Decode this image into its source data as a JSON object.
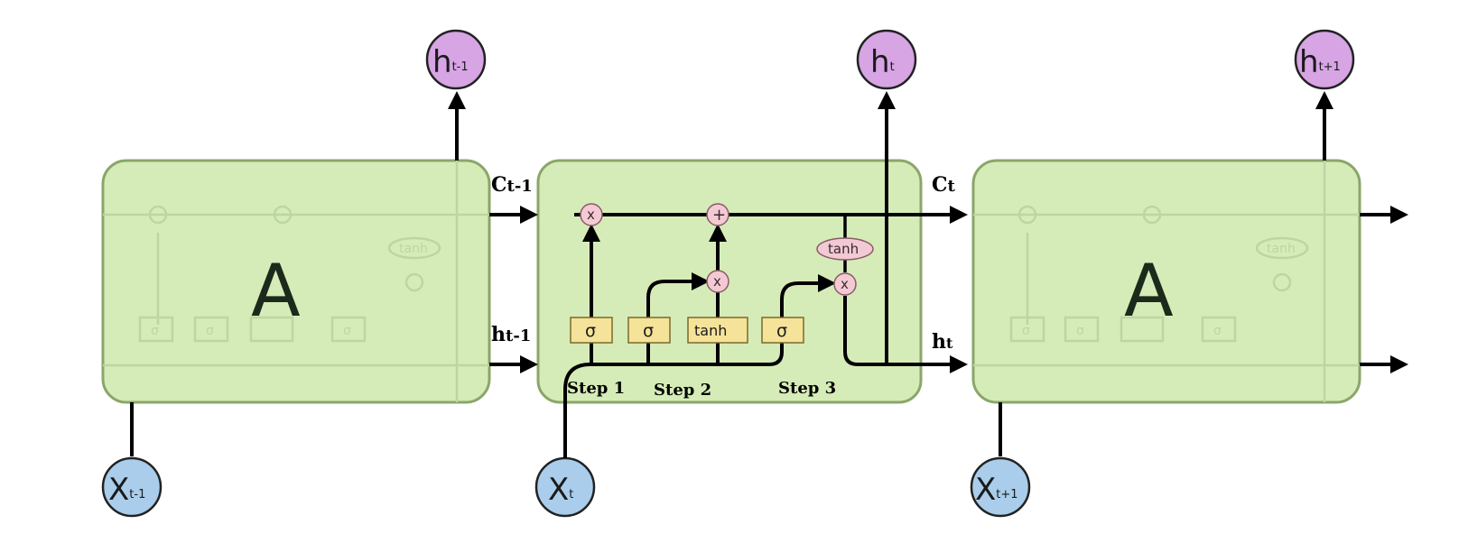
{
  "cells": {
    "left_label": "A",
    "right_label": "A"
  },
  "outputs": {
    "left": {
      "main": "h",
      "sub": "t-1"
    },
    "center": {
      "main": "h",
      "sub": "t"
    },
    "right": {
      "main": "h",
      "sub": "t+1"
    }
  },
  "inputs": {
    "left": {
      "main": "X",
      "sub": "t-1"
    },
    "center": {
      "main": "X",
      "sub": "t"
    },
    "right": {
      "main": "X",
      "sub": "t+1"
    }
  },
  "states": {
    "c_prev": {
      "main": "C",
      "sub": "t-1"
    },
    "c_next": {
      "main": "C",
      "sub": "t"
    },
    "h_prev": {
      "main": "h",
      "sub": "t-1"
    },
    "h_next": {
      "main": "h",
      "sub": "t"
    }
  },
  "gates": {
    "forget": "σ",
    "input": "σ",
    "candidate": "tanh",
    "output": "σ",
    "cell_tanh": "tanh"
  },
  "operators": {
    "forget_mult": "x",
    "add": "+",
    "input_mult": "x",
    "output_mult": "x"
  },
  "steps": {
    "step1": "Step 1",
    "step2": "Step 2",
    "step3": "Step 3"
  },
  "ghost": {
    "sigma": "σ",
    "tanh": "tanh"
  },
  "colors": {
    "cell_fill": "#d6ecb8",
    "cell_border": "#8aa66a",
    "gate_fill": "#f5e39a",
    "operator_fill": "#f3c9d4",
    "output_node": "#d7a4e4",
    "input_node": "#a9cdea"
  }
}
